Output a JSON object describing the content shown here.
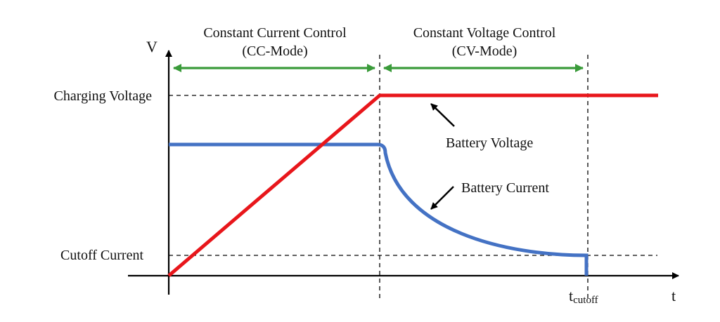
{
  "labels": {
    "y_axis": "V",
    "x_axis": "t",
    "charging_voltage": "Charging Voltage",
    "cutoff_current": "Cutoff Current",
    "t_cutoff_base": "t",
    "t_cutoff_sub": "cutoff",
    "battery_voltage": "Battery Voltage",
    "battery_current": "Battery Current"
  },
  "phases": [
    {
      "title": "Constant Current Control",
      "mode": "(CC-Mode)"
    },
    {
      "title": "Constant Voltage Control",
      "mode": "(CV-Mode)"
    }
  ],
  "colors": {
    "voltage": "#e8161b",
    "current": "#4472c4",
    "phase_arrow": "#3a9b3a",
    "axis": "#000000"
  }
}
